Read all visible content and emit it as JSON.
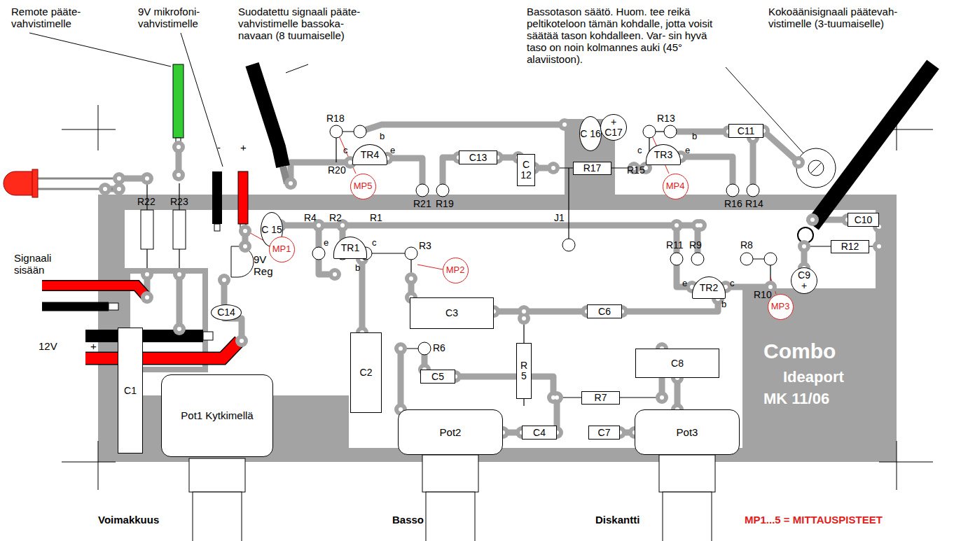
{
  "diagram": {
    "nodes": [
      {
        "text": [
          "C1"
        ]
      },
      {
        "text": [
          "Pot1 Kytkimellä"
        ]
      },
      {
        "text": [
          "C2"
        ]
      },
      {
        "text": [
          "C3"
        ]
      },
      {
        "text": [
          "C6"
        ]
      },
      {
        "text": [
          "C5"
        ]
      },
      {
        "text": [
          "R 5"
        ]
      },
      {
        "text": [
          "C4"
        ]
      },
      {
        "text": [
          "R7"
        ]
      },
      {
        "text": [
          "C7"
        ]
      },
      {
        "text": [
          "C8"
        ]
      },
      {
        "text": [
          "Pot2"
        ]
      },
      {
        "text": [
          "Pot3"
        ]
      },
      {
        "text": [
          "TR1"
        ]
      },
      {
        "text": [
          "TR2"
        ]
      },
      {
        "text": [
          "TR3"
        ]
      },
      {
        "text": [
          "TR4"
        ]
      },
      {
        "text": [
          "C13"
        ]
      },
      {
        "text": [
          "C 12"
        ]
      },
      {
        "text": [
          "R17"
        ]
      },
      {
        "text": [
          "C 16"
        ]
      },
      {
        "text": [
          "+",
          "C17"
        ]
      },
      {
        "text": [
          "C11"
        ]
      },
      {
        "text": [
          "C10"
        ]
      },
      {
        "text": [
          "R12"
        ]
      },
      {
        "text": [
          "C9",
          "+"
        ]
      },
      {
        "text": [
          "C14"
        ]
      },
      {
        "text": [
          "C 15"
        ]
      },
      {
        "text": [
          "MP1"
        ]
      },
      {
        "text": [
          "MP2"
        ]
      },
      {
        "text": [
          "MP3"
        ]
      },
      {
        "text": [
          "MP4"
        ]
      },
      {
        "text": [
          "MP5"
        ]
      }
    ],
    "labels": [
      "Remote pääte- vahvistimelle",
      "9V mikrofoni- vahvistimelle",
      "Suodatettu signaali pääte- vahvistimelle bassoka- navaan (8 tuumaiselle)",
      "Bassotason säätö. Huom. tee reikä peltikoteloon tämän kohdalle, jotta voisit säätää tason kohdalleen. Var- sin hyvä taso on noin kolmannes auki (45° alaviistoon).",
      "Kokoäänisignaali päätevah- vistimelle (3-tuumaiselle)",
      "Signaali sisään",
      "12V",
      "+",
      "-",
      "+",
      "9V Reg",
      "R22",
      "R23",
      "R18",
      "R20",
      "c",
      "e",
      "b",
      "R21",
      "R19",
      "R13",
      "R15",
      "c",
      "b",
      "e",
      "R16",
      "R14",
      "R4",
      "R2",
      "R1",
      "R3",
      "e",
      "c",
      "b",
      "R11",
      "R9",
      "R8",
      "R10",
      "e",
      "c",
      "b",
      "R6",
      "J1",
      "Combo",
      "Ideaport",
      "MK 11/06",
      "Voimakkuus",
      "Basso",
      "Diskantti",
      "MP1...5 = MITTAUSPISTEET"
    ]
  }
}
